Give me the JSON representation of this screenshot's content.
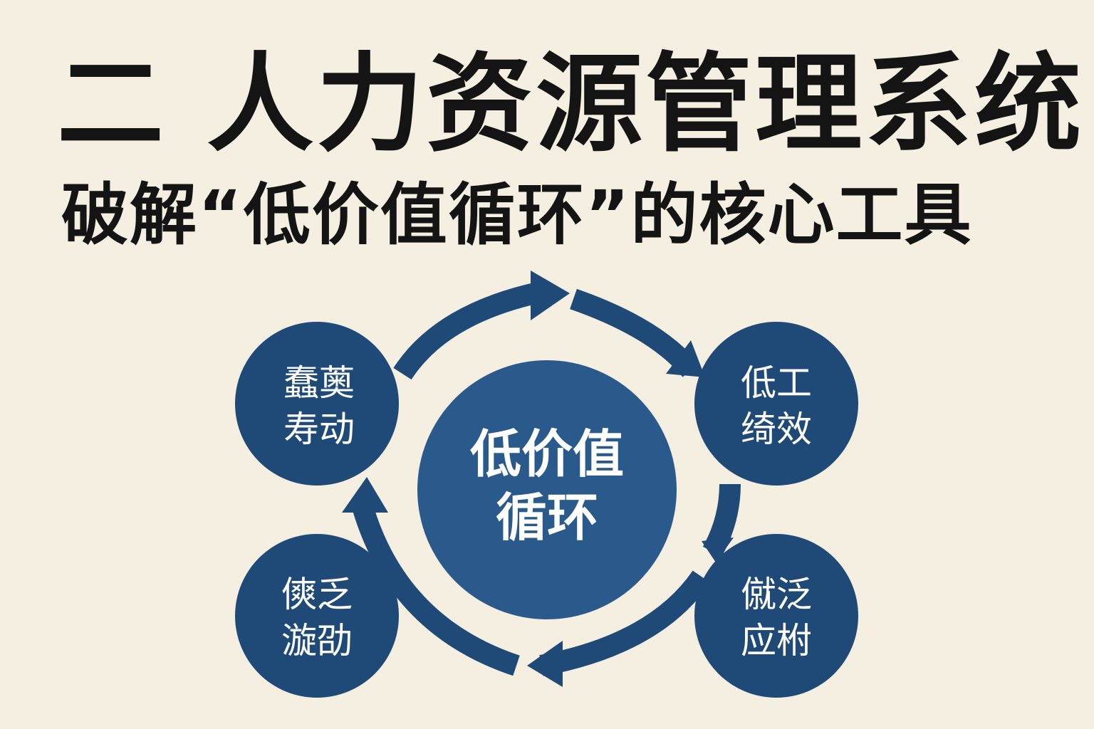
{
  "header": {
    "title": "二 人力资源管理系统",
    "subtitle": "破解“低价值循环”的核心工具"
  },
  "diagram": {
    "center": {
      "line1": "低价值",
      "line2": "循环"
    },
    "nodes": [
      {
        "id": "top-left",
        "line1": "蠢薁",
        "line2": "寿动"
      },
      {
        "id": "top-right",
        "line1": "低工",
        "line2": "绮效"
      },
      {
        "id": "bottom-right",
        "line1": "僦泛",
        "line2": "应柎"
      },
      {
        "id": "bottom-left",
        "line1": "傸乏",
        "line2": "漩劭"
      }
    ],
    "colors": {
      "node": "#1f4a78",
      "center": "#2a5a8c",
      "arrow": "#1f4a78",
      "background": "#f4efe1"
    }
  }
}
